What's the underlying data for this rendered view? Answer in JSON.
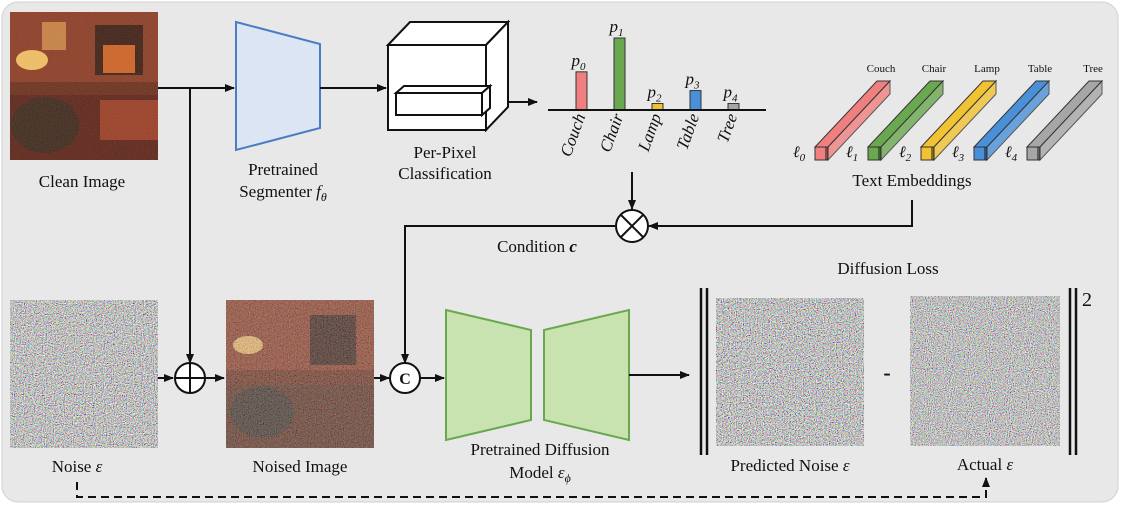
{
  "colors": {
    "panel_bg": "#e8e8e8",
    "segmenter_fill": "#dbe5f4",
    "segmenter_stroke": "#4a7cc4",
    "diffusion_fill": "#c9e3b0",
    "diffusion_stroke": "#6aa84f",
    "couch": "#f08080",
    "chair": "#6aa84f",
    "lamp": "#f1c232",
    "table": "#4a90d9",
    "tree": "#a6a6a6"
  },
  "labels": {
    "clean_image": "Clean Image",
    "segmenter_line1": "Pretrained",
    "segmenter_line2": "Segmenter",
    "segmenter_symbol": "f",
    "segmenter_sub": "θ",
    "classification_line1": "Per-Pixel",
    "classification_line2": "Classification",
    "text_embeddings": "Text Embeddings",
    "condition": "Condition",
    "condition_symbol": "c",
    "noise": "Noise",
    "noised_image": "Noised Image",
    "diffusion_line1": "Pretrained Diffusion",
    "diffusion_line2": "Model",
    "diffusion_symbol": "ε",
    "diffusion_sub": "ϕ",
    "diffusion_loss": "Diffusion Loss",
    "predicted_noise": "Predicted Noise",
    "actual": "Actual",
    "epsilon": "ε",
    "norm_exponent": "2",
    "minus": "-",
    "concat_symbol": "C"
  },
  "chart_data": {
    "type": "bar",
    "categories": [
      "Couch",
      "Chair",
      "Lamp",
      "Table",
      "Tree"
    ],
    "prob_labels": [
      "p",
      "p",
      "p",
      "p",
      "p"
    ],
    "prob_subs": [
      "0",
      "1",
      "2",
      "3",
      "4"
    ],
    "values": [
      0.53,
      1.0,
      0.09,
      0.27,
      0.09
    ]
  },
  "embeddings": {
    "names": [
      "Couch",
      "Chair",
      "Lamp",
      "Table",
      "Tree"
    ],
    "symbol": "ℓ",
    "subs": [
      "0",
      "1",
      "2",
      "3",
      "4"
    ]
  }
}
